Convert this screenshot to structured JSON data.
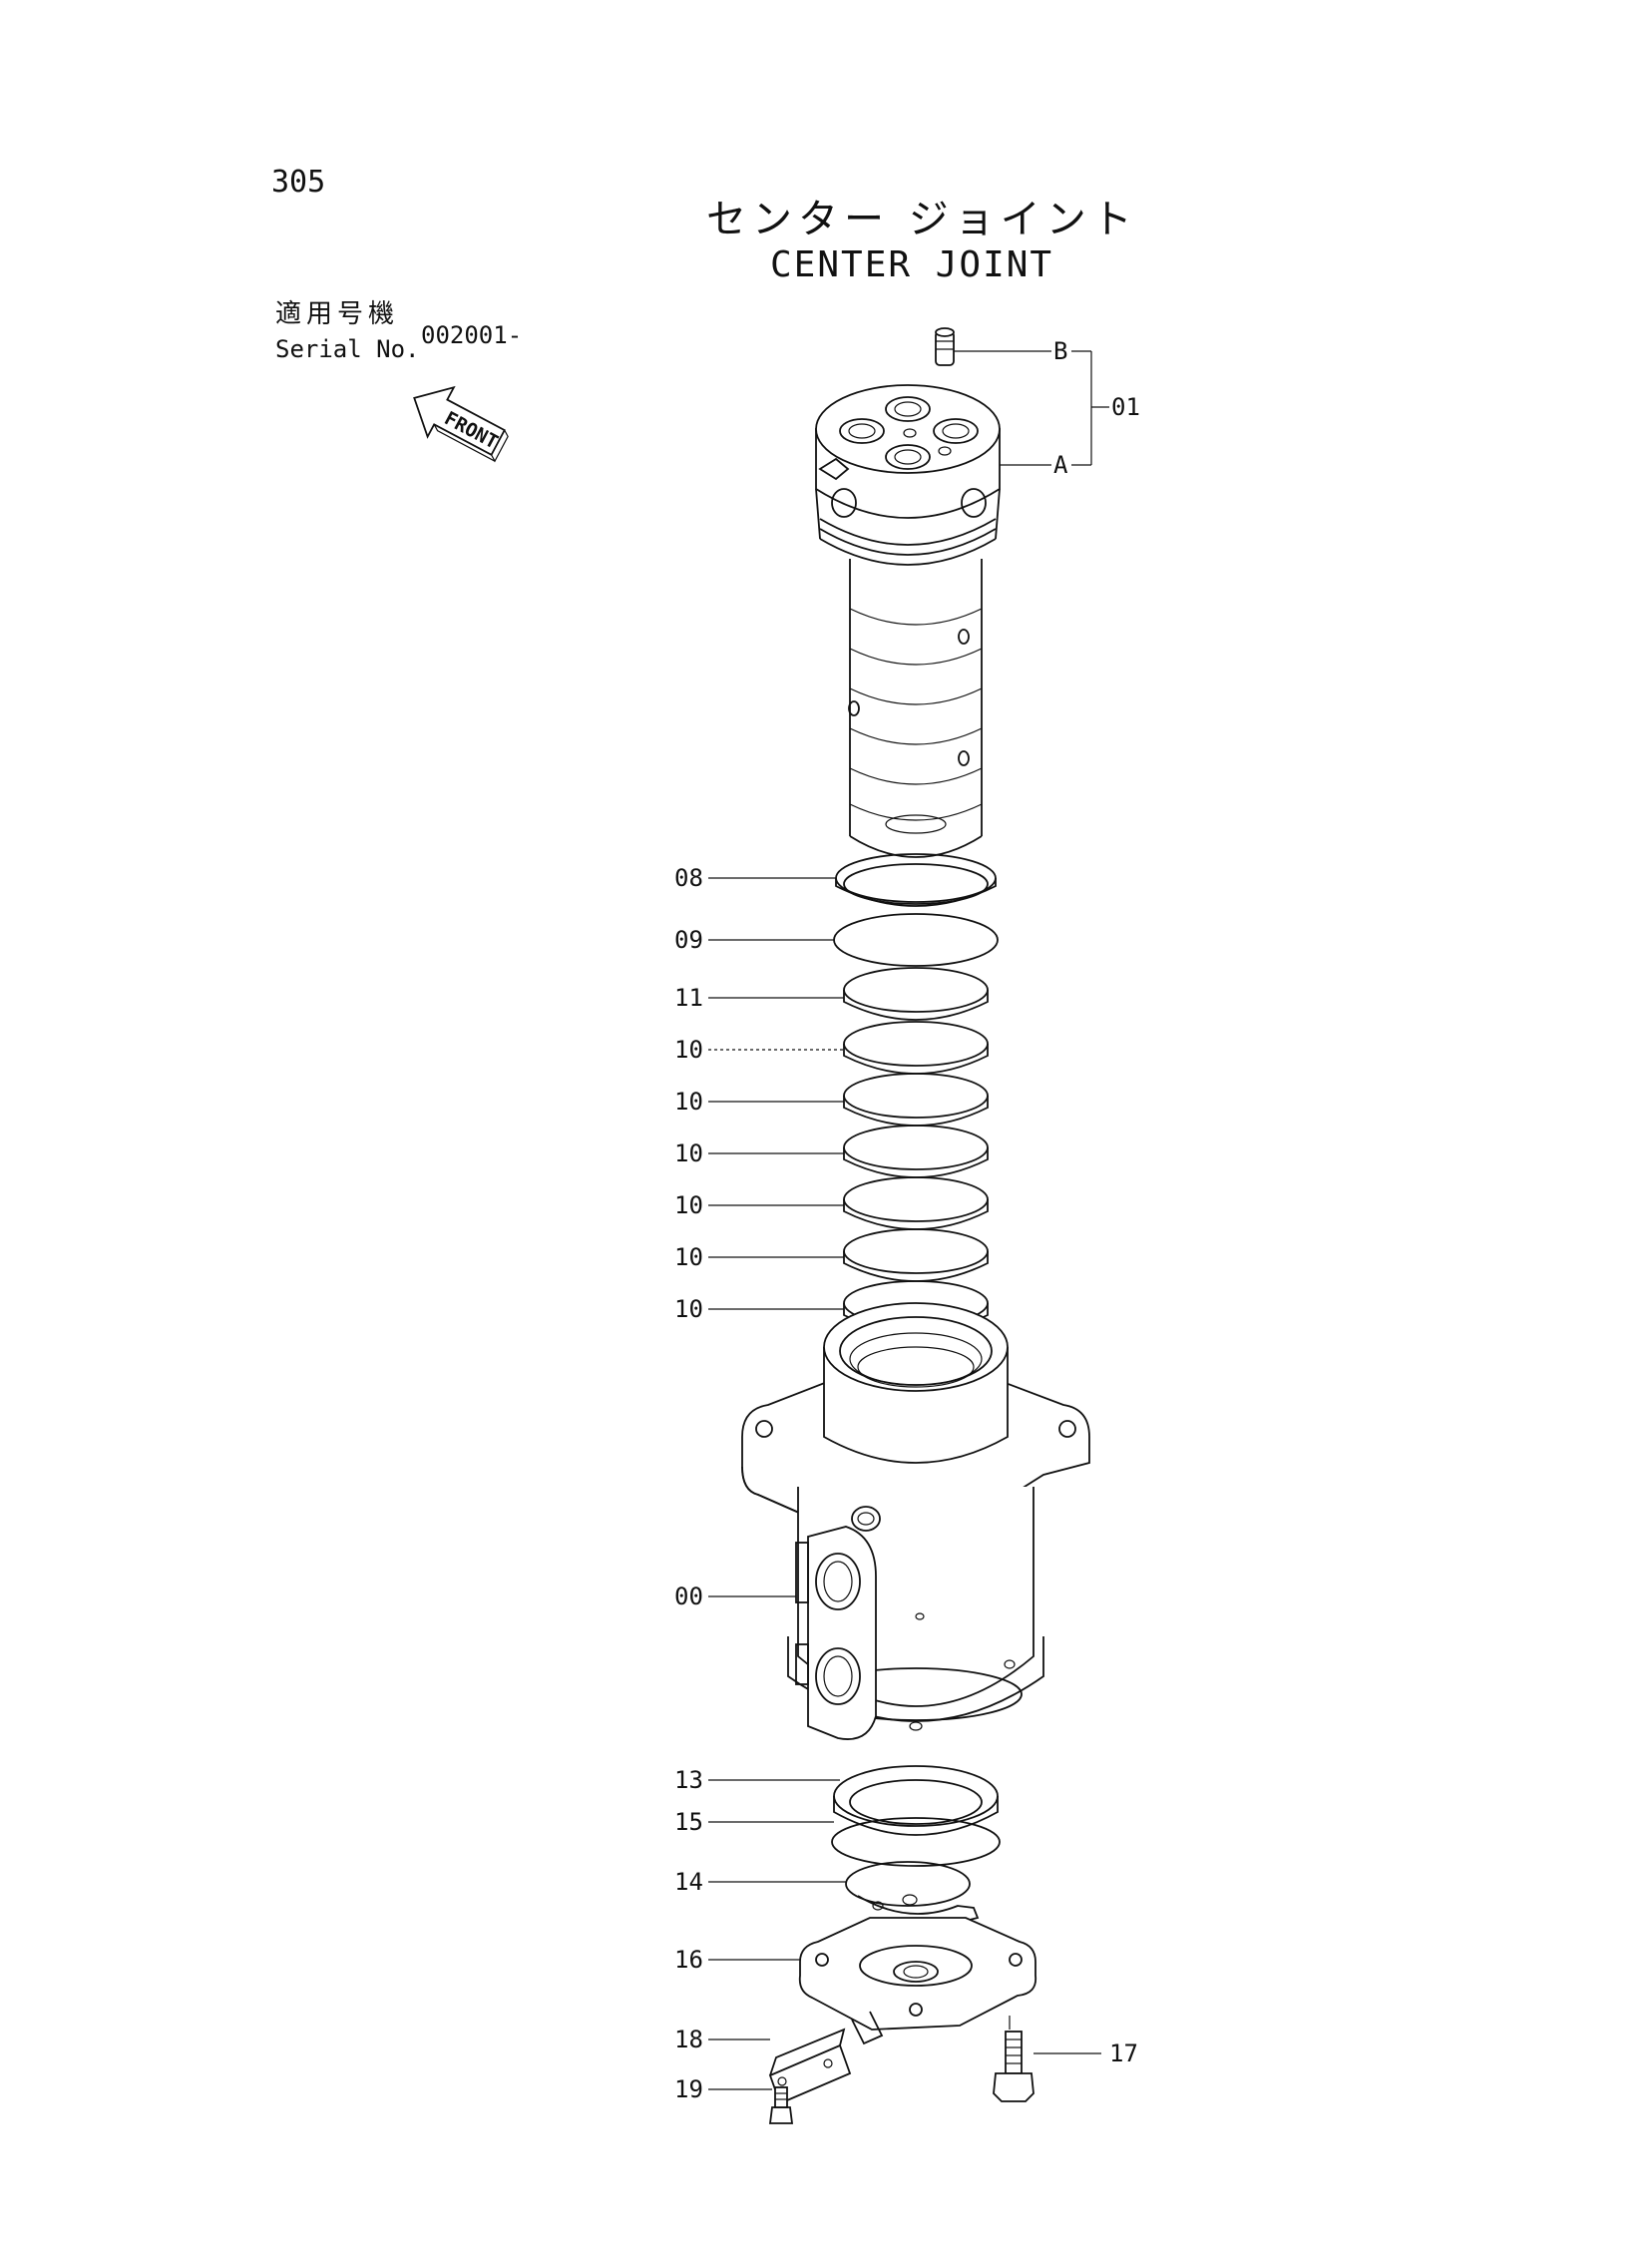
{
  "page_number": "305",
  "title_jp": "センター ジョイント",
  "title_en": "CENTER JOINT",
  "serial": {
    "label_jp": "適用号機",
    "label_en": "Serial No.",
    "value": "002001-"
  },
  "front_label": "FRONT",
  "callouts": {
    "B": "B",
    "A": "A",
    "assembly_01": "01",
    "p08": "08",
    "p09": "09",
    "p11": "11",
    "p10a": "10",
    "p10b": "10",
    "p10c": "10",
    "p10d": "10",
    "p10e": "10",
    "p10f": "10",
    "p00": "00",
    "p13": "13",
    "p15": "15",
    "p14": "14",
    "p16": "16",
    "p18": "18",
    "p17": "17",
    "p19": "19"
  }
}
